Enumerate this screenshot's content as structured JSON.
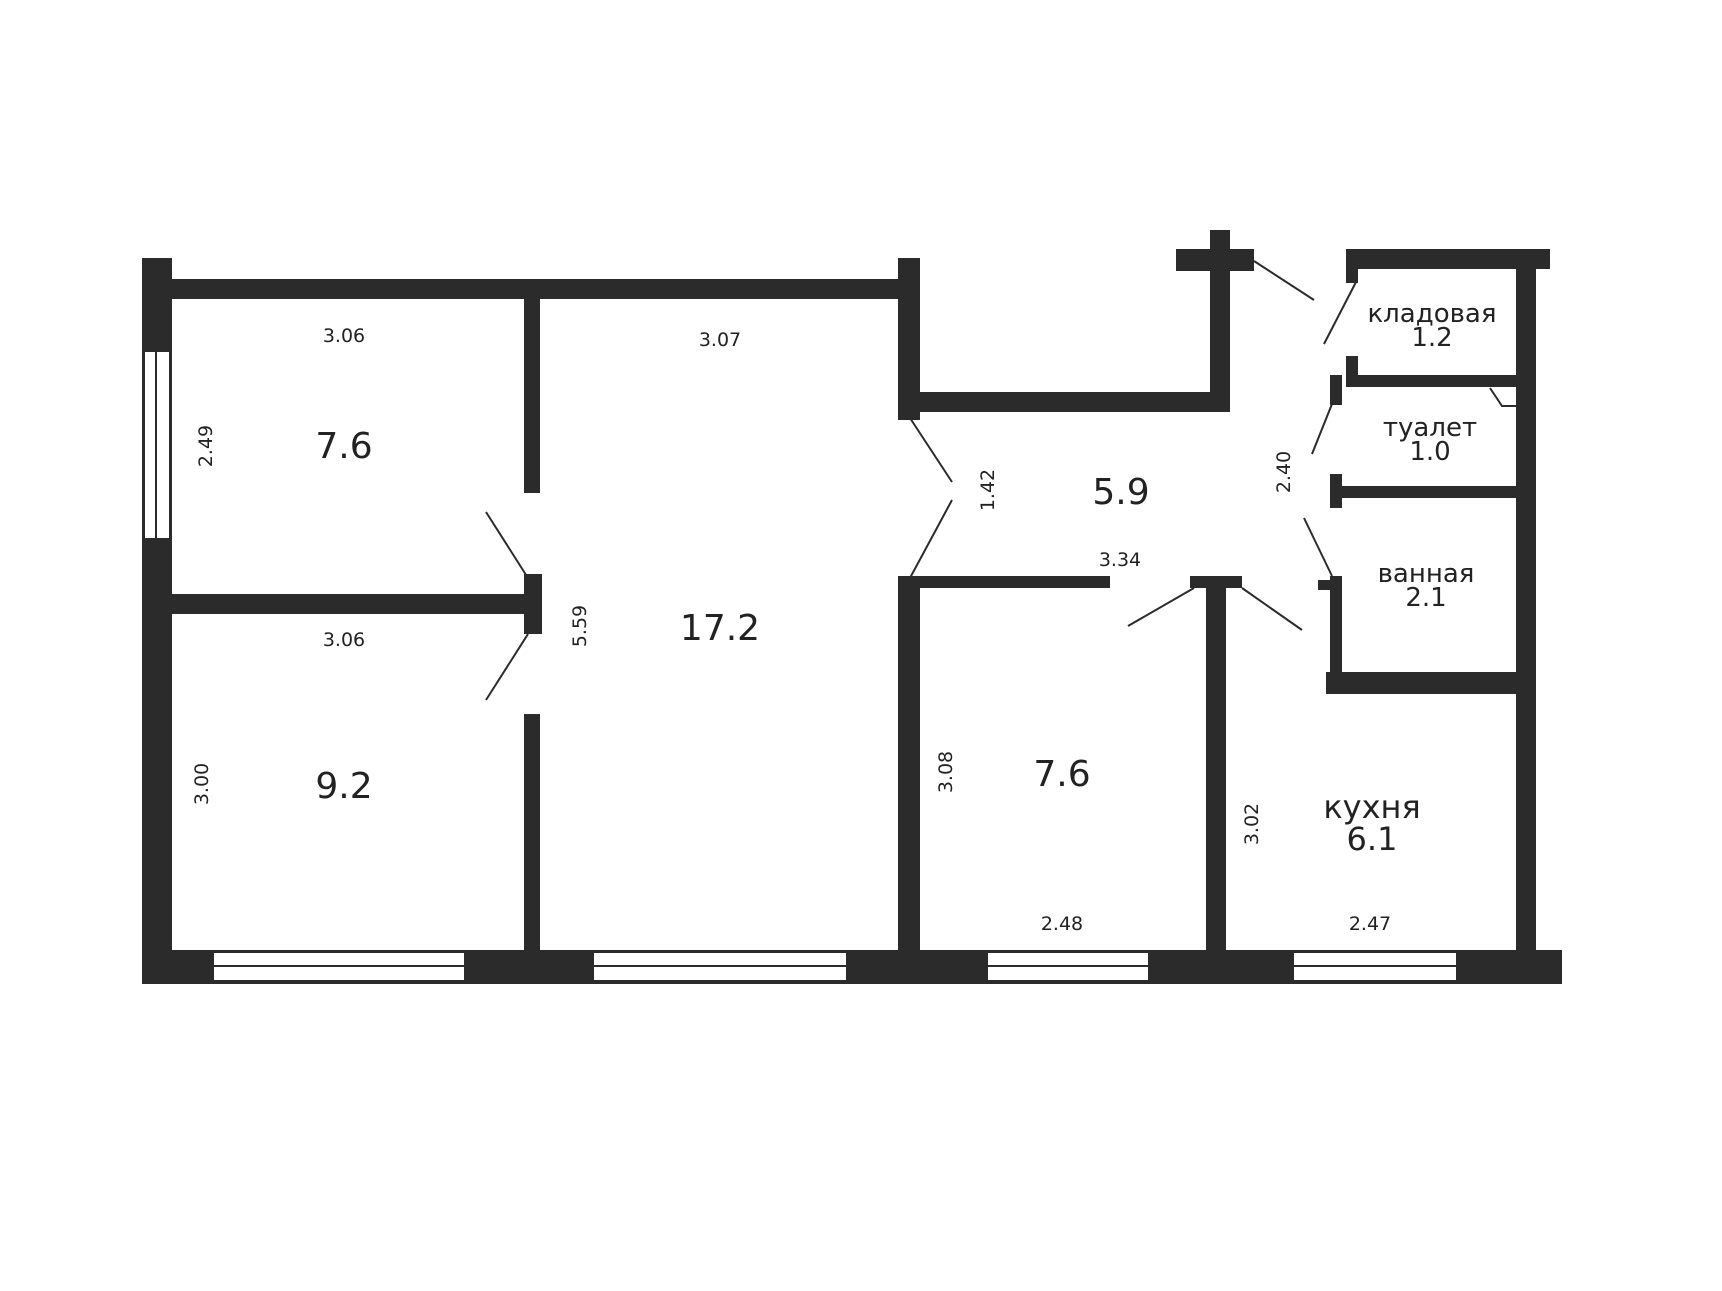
{
  "rooms": [
    {
      "id": "room-top-left",
      "area": "7.6",
      "name": ""
    },
    {
      "id": "room-bottom-left",
      "area": "9.2",
      "name": ""
    },
    {
      "id": "living-room",
      "area": "17.2",
      "name": ""
    },
    {
      "id": "hallway",
      "area": "5.9",
      "name": ""
    },
    {
      "id": "room-middle-bottom",
      "area": "7.6",
      "name": ""
    },
    {
      "id": "storage",
      "area": "1.2",
      "name": "кладовая"
    },
    {
      "id": "toilet",
      "area": "1.0",
      "name": "туалет"
    },
    {
      "id": "bathroom",
      "area": "2.1",
      "name": "ванная"
    },
    {
      "id": "kitchen",
      "area": "6.1",
      "name": "кухня"
    }
  ],
  "dimensions": {
    "top_left_width": "3.06",
    "top_left_height": "2.49",
    "bottom_left_width": "3.06",
    "bottom_left_height": "3.00",
    "living_width": "3.07",
    "living_height": "5.59",
    "hall_width": "1.42",
    "hall_height": "2.40",
    "hall_length": "3.34",
    "middle_room_height": "3.08",
    "middle_room_width": "2.48",
    "kitchen_height": "3.02",
    "kitchen_width": "2.47"
  }
}
